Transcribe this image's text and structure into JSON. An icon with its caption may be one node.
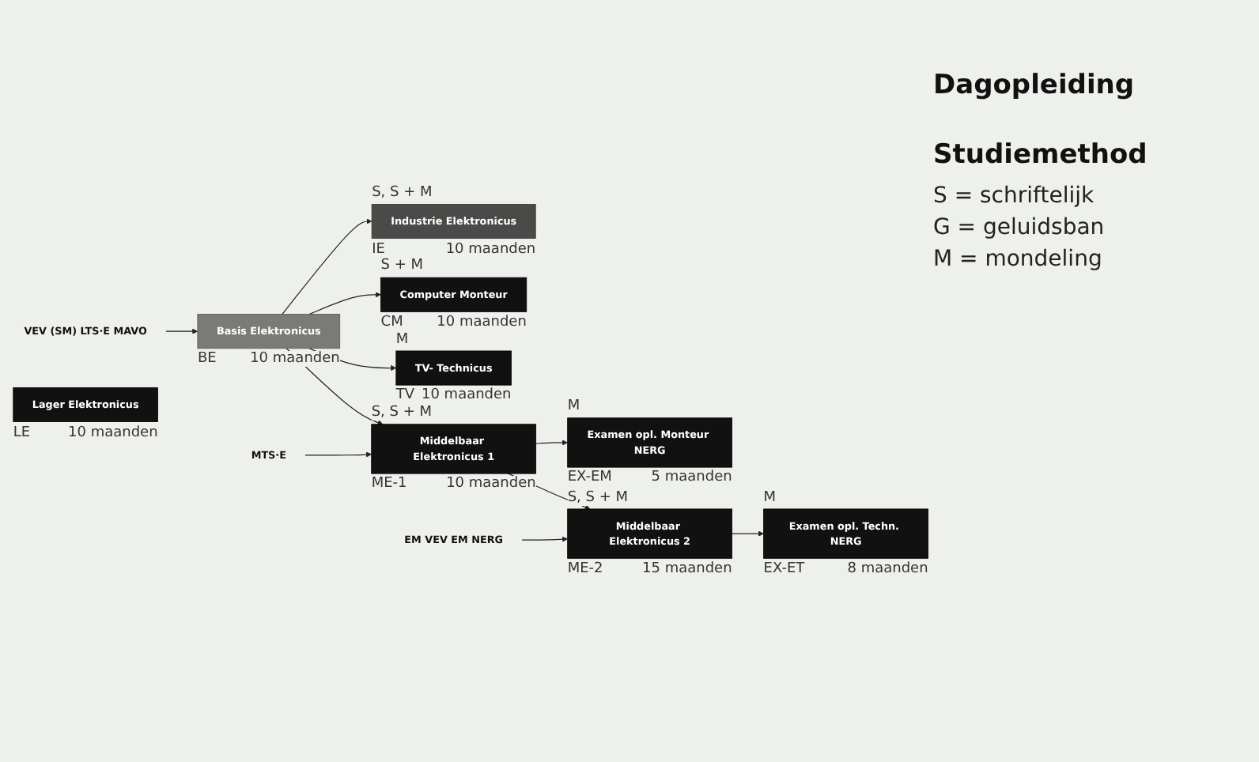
{
  "diagram": {
    "nodes": [
      {
        "text": [
          "VEV (SM) LTS·E MAVO"
        ]
      },
      {
        "text": [
          "Basis Elektronicus"
        ],
        "beside": [
          "BE",
          "10 maanden"
        ]
      },
      {
        "text": [
          "Industrie Elektronicus"
        ],
        "beside": [
          "S, S + M",
          "IE",
          "10 maanden"
        ]
      },
      {
        "text": [
          "Computer Monteur"
        ],
        "beside": [
          "S + M",
          "CM",
          "10 maanden"
        ]
      },
      {
        "text": [
          "TV- Technicus"
        ],
        "beside": [
          "M",
          "TV",
          "10 maanden"
        ]
      },
      {
        "text": [
          "MTS·E"
        ]
      },
      {
        "text": [
          "Middelbaar Elektronicus 1"
        ],
        "beside": [
          "S, S + M",
          "ME-1",
          "10 maanden"
        ]
      },
      {
        "text": [
          "Examen opl. Monteur NERG"
        ],
        "beside": [
          "M",
          "EX-EM",
          "5 maanden"
        ]
      },
      {
        "text": [
          "EM VEV EM NERG"
        ]
      },
      {
        "text": [
          "Middelbaar Elektronicus 2"
        ],
        "beside": [
          "S, S + M",
          "ME-2",
          "15 maanden"
        ]
      },
      {
        "text": [
          "Examen opl. Techn. NERG"
        ],
        "beside": [
          "M",
          "EX-ET",
          "8 maanden"
        ]
      },
      {
        "text": [
          "Lager Elektronicus"
        ],
        "beside": [
          "LE",
          "10 maanden"
        ]
      }
    ],
    "edges": [
      {
        "from": 0,
        "to": 1,
        "arrow": "to"
      },
      {
        "from": 1,
        "to": 2,
        "arrow": "to"
      },
      {
        "from": 1,
        "to": 3,
        "arrow": "to"
      },
      {
        "from": 1,
        "to": 4,
        "arrow": "to"
      },
      {
        "from": 1,
        "to": 6,
        "arrow": "to"
      },
      {
        "from": 5,
        "to": 6,
        "arrow": "to"
      },
      {
        "from": 6,
        "to": 7,
        "arrow": "to"
      },
      {
        "from": 6,
        "to": 9,
        "arrow": "to"
      },
      {
        "from": 8,
        "to": 9,
        "arrow": "to"
      },
      {
        "from": 9,
        "to": 10,
        "arrow": "to"
      }
    ],
    "labels": [
      "Dagopleiding",
      "Studiemethod"
    ],
    "legend": [
      {
        "text": "S = schriftelijk"
      },
      {
        "text": "G = geluidsban"
      },
      {
        "text": "M = mondeling"
      }
    ]
  }
}
